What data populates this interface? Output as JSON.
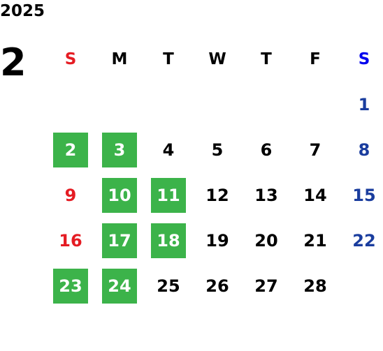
{
  "year": "2025",
  "month": "2",
  "colors": {
    "holiday_bg": "#3cb34a",
    "sunday": "#e51c23",
    "saturday": "#1a3d9e",
    "saturday_header": "#0000ee"
  },
  "weekdays": [
    "S",
    "M",
    "T",
    "W",
    "T",
    "F",
    "S"
  ],
  "weeks": [
    [
      {
        "day": "",
        "holiday": false
      },
      {
        "day": "",
        "holiday": false
      },
      {
        "day": "",
        "holiday": false
      },
      {
        "day": "",
        "holiday": false
      },
      {
        "day": "",
        "holiday": false
      },
      {
        "day": "",
        "holiday": false
      },
      {
        "day": "1",
        "holiday": false
      }
    ],
    [
      {
        "day": "2",
        "holiday": true
      },
      {
        "day": "3",
        "holiday": true
      },
      {
        "day": "4",
        "holiday": false
      },
      {
        "day": "5",
        "holiday": false
      },
      {
        "day": "6",
        "holiday": false
      },
      {
        "day": "7",
        "holiday": false
      },
      {
        "day": "8",
        "holiday": false
      }
    ],
    [
      {
        "day": "9",
        "holiday": false
      },
      {
        "day": "10",
        "holiday": true
      },
      {
        "day": "11",
        "holiday": true
      },
      {
        "day": "12",
        "holiday": false
      },
      {
        "day": "13",
        "holiday": false
      },
      {
        "day": "14",
        "holiday": false
      },
      {
        "day": "15",
        "holiday": false
      }
    ],
    [
      {
        "day": "16",
        "holiday": false
      },
      {
        "day": "17",
        "holiday": true
      },
      {
        "day": "18",
        "holiday": true
      },
      {
        "day": "19",
        "holiday": false
      },
      {
        "day": "20",
        "holiday": false
      },
      {
        "day": "21",
        "holiday": false
      },
      {
        "day": "22",
        "holiday": false
      }
    ],
    [
      {
        "day": "23",
        "holiday": true
      },
      {
        "day": "24",
        "holiday": true
      },
      {
        "day": "25",
        "holiday": false
      },
      {
        "day": "26",
        "holiday": false
      },
      {
        "day": "27",
        "holiday": false
      },
      {
        "day": "28",
        "holiday": false
      },
      {
        "day": "",
        "holiday": false
      }
    ]
  ]
}
